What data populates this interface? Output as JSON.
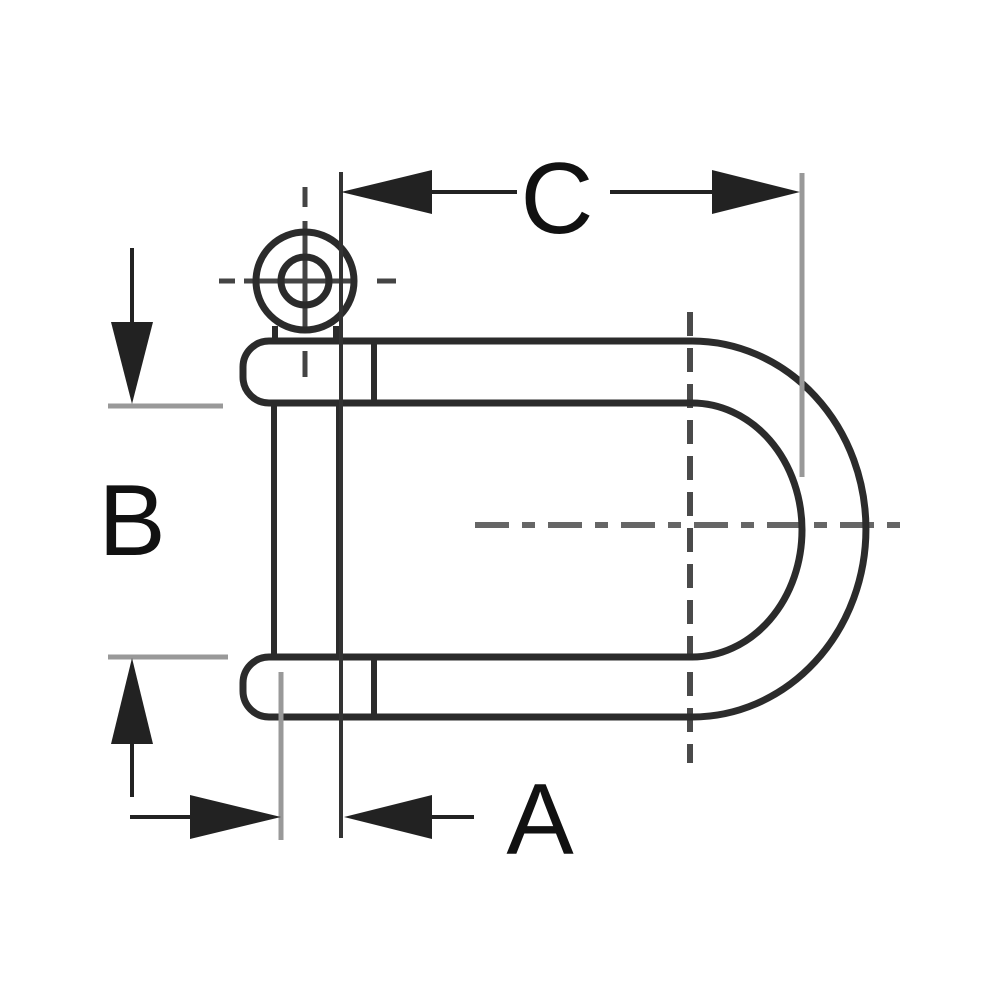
{
  "diagram": {
    "subject": "shackle-technical-drawing",
    "view": "side",
    "labels": {
      "a": "A",
      "b": "B",
      "c": "C"
    },
    "colors": {
      "outline": "#2b2b2b",
      "dimension": "#222222",
      "extension_gray": "#999999",
      "centerline": "#666666",
      "hidden_line": "#4a4a4a",
      "label_text": "#111111",
      "background": "#ffffff"
    }
  }
}
